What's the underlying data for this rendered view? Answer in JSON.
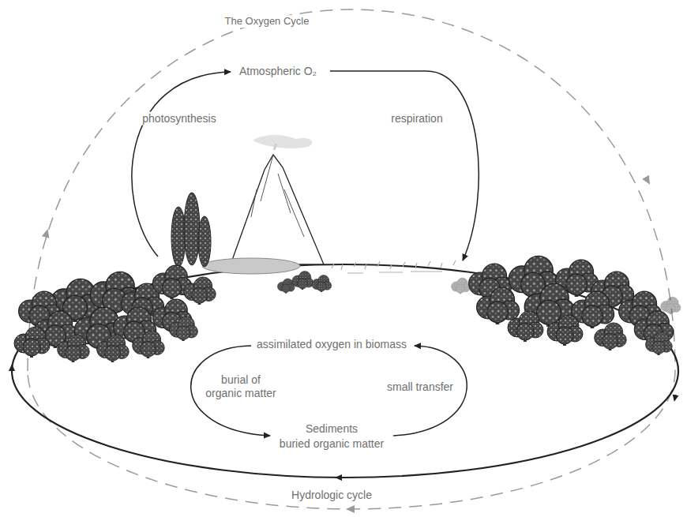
{
  "diagram": {
    "title": "The Oxygen Cycle",
    "labels": [
      "Atmospheric O₂",
      "photosynthesis",
      "respiration",
      "assimilated oxygen in biomass",
      "burial of organic matter",
      "small transfer",
      "Sediments",
      "buried organic matter",
      "Hydrologic cycle"
    ]
  }
}
